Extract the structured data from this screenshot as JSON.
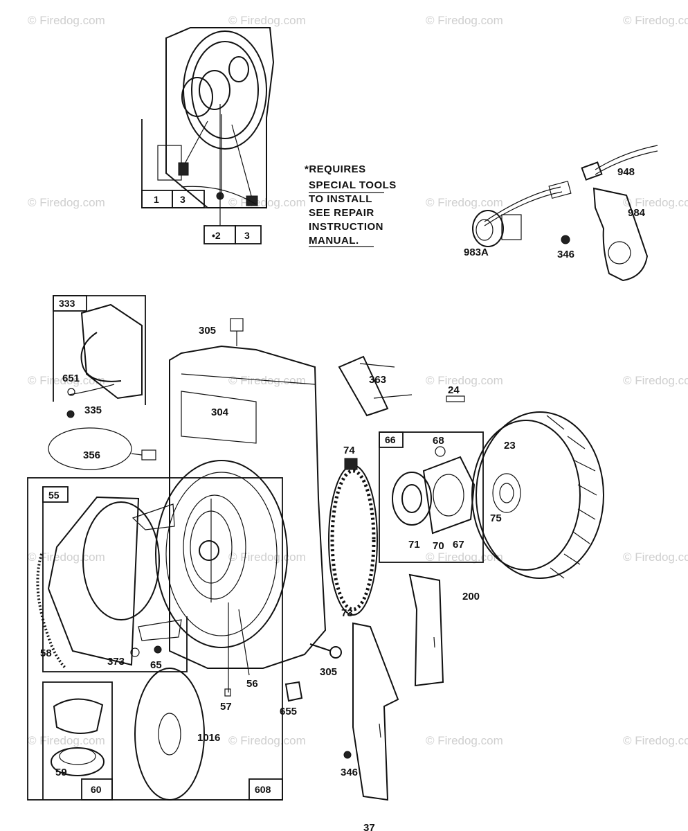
{
  "diagram": {
    "note_lines": [
      "*REQUIRES",
      "SPECIAL TOOLS",
      "TO INSTALL",
      "SEE REPAIR",
      "INSTRUCTION",
      "MANUAL."
    ],
    "part_labels": {
      "p1": "1",
      "p3a": "3",
      "p2": "•2",
      "p3b": "3",
      "p948": "948",
      "p984": "984",
      "p983A": "983A",
      "p346a": "346",
      "p333": "333",
      "p651": "651",
      "p335": "335",
      "p356": "356",
      "p305a": "305",
      "p304": "304",
      "p363": "363",
      "p24": "24",
      "p23": "23",
      "p74": "74",
      "p66": "66",
      "p68": "68",
      "p75": "75",
      "p71": "71",
      "p70": "70",
      "p67": "67",
      "p55": "55",
      "p58": "58",
      "p373": "373",
      "p65": "65",
      "p73": "73",
      "p200": "200",
      "p305b": "305",
      "p56": "56",
      "p57": "57",
      "p655": "655",
      "p1016": "1016",
      "p59": "59",
      "p60": "60",
      "p608": "608",
      "p346b": "346",
      "p37": "37"
    },
    "watermark": "© Firedog.com"
  }
}
